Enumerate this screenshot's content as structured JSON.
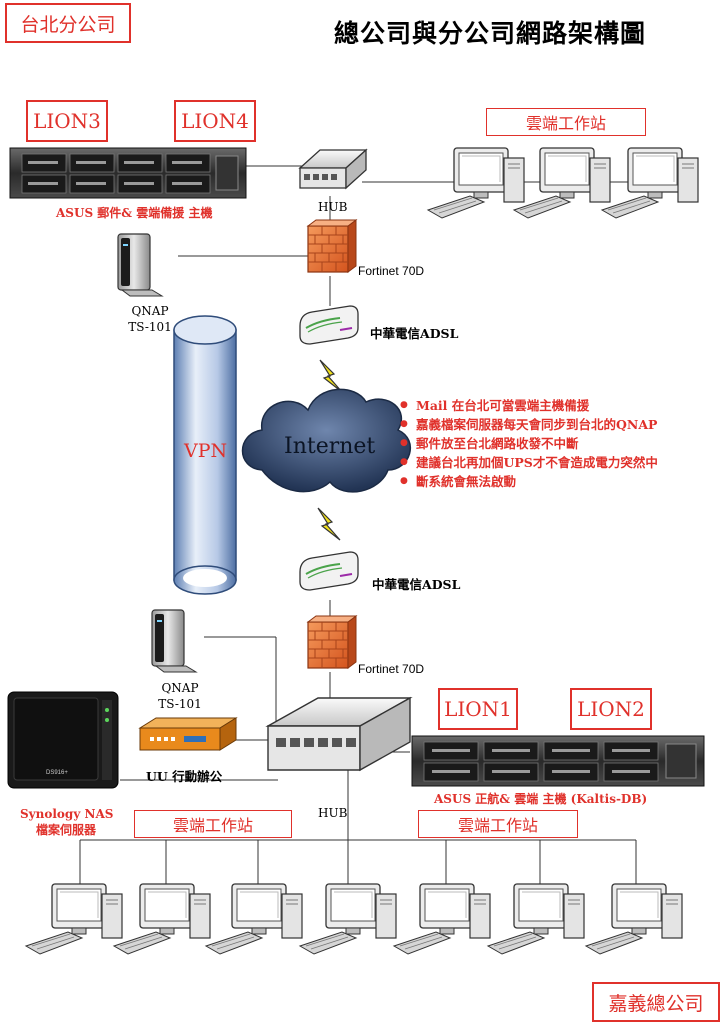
{
  "title": "總公司與分公司網路架構圖",
  "branch_taipei": "台北分公司",
  "branch_chiayi": "嘉義總公司",
  "vpn": "VPN",
  "internet": "Internet",
  "top": {
    "server1_box": "LION3",
    "server2_box": "LION4",
    "server_caption": "ASUS 郵件& 雲端備援 主機",
    "hub": "HUB",
    "firewall": "Fortinet 70D",
    "modem": "中華電信ADSL",
    "nas_line1": "QNAP",
    "nas_line2": "TS-101",
    "cloud_box": "雲端工作站"
  },
  "bottom": {
    "modem": "中華電信ADSL",
    "firewall": "Fortinet 70D",
    "nas_line1": "QNAP",
    "nas_line2": "TS-101",
    "uu": "UU 行動辦公",
    "hub": "HUB",
    "server1_box": "LION1",
    "server2_box": "LION2",
    "server_caption": "ASUS 正航& 雲端 主機 (Kaltis-DB)",
    "synology_line1": "Synology NAS",
    "synology_line2": "檔案伺服器",
    "synology_model": "DS916+",
    "cloud_box_left": "雲端工作站",
    "cloud_box_right": "雲端工作站"
  },
  "notes": [
    "Mail 在台北可當雲端主機備援",
    "嘉義檔案伺服器每天會同步到台北的QNAP",
    "郵件放至台北網路收發不中斷",
    "建議台北再加個UPS才不會造成電力突然中",
    "斷系統會無法啟動"
  ],
  "colors": {
    "accent_red": "#e0312b",
    "vpn_tube": "#c9d8ee",
    "cloud": "#2e3f5c",
    "firewall": "#e8692a",
    "uu_device": "#e98a1c"
  }
}
